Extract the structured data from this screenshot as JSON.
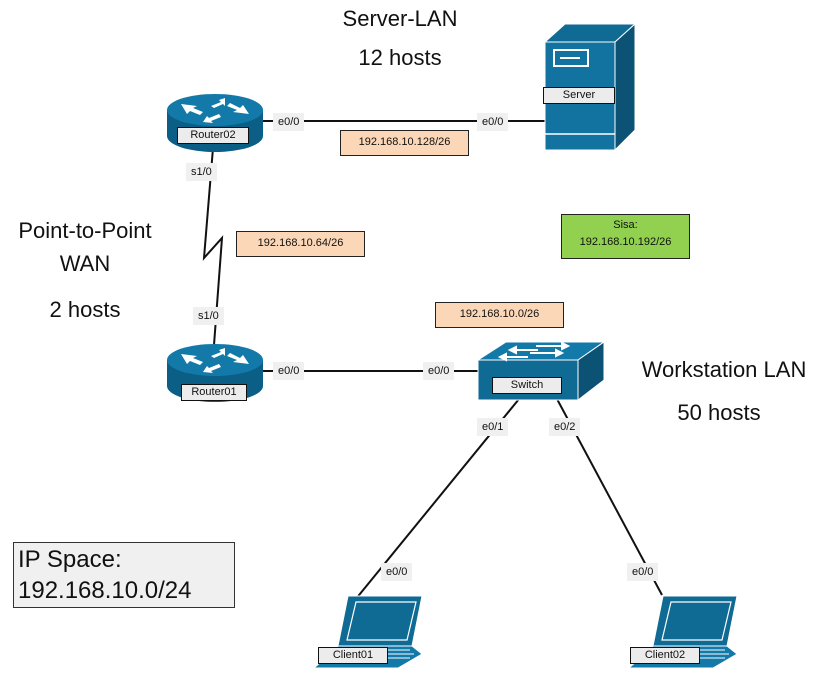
{
  "diagram": {
    "colors": {
      "device_blue": "#0f6a94",
      "device_dark": "#0b5275",
      "subnet_fill": "#fbd7b8",
      "sisa_fill": "#92d050",
      "port_bg": "#f0f0f0"
    },
    "network_labels": {
      "server_lan": {
        "name": "Server-LAN",
        "hosts": "12 hosts"
      },
      "wan": {
        "name_line1": "Point-to-Point",
        "name_line2": "WAN",
        "hosts": "2 hosts"
      },
      "workstation_lan": {
        "name": "Workstation LAN",
        "hosts": "50 hosts"
      }
    },
    "devices": {
      "router02": {
        "label": "Router02",
        "icon": "router-icon"
      },
      "router01": {
        "label": "Router01",
        "icon": "router-icon"
      },
      "server": {
        "label": "Server",
        "icon": "server-icon"
      },
      "switch": {
        "label": "Switch",
        "icon": "switch-icon"
      },
      "client01": {
        "label": "Client01",
        "icon": "laptop-icon"
      },
      "client02": {
        "label": "Client02",
        "icon": "laptop-icon"
      }
    },
    "ports": {
      "router02_e0": "e0/0",
      "server_e0": "e0/0",
      "router02_s1": "s1/0",
      "router01_s1": "s1/0",
      "router01_e0": "e0/0",
      "switch_e0_0": "e0/0",
      "switch_e0_1": "e0/1",
      "switch_e0_2": "e0/2",
      "client01_e0": "e0/0",
      "client02_e0": "e0/0"
    },
    "subnets": {
      "server_lan": "192.168.10.128/26",
      "wan": "192.168.10.64/26",
      "workstation_lan": "192.168.10.0/26"
    },
    "sisa": {
      "line1": "Sisa:",
      "line2": "192.168.10.192/26"
    },
    "ip_space": {
      "line1": "IP Space:",
      "line2": "192.168.10.0/24"
    }
  }
}
